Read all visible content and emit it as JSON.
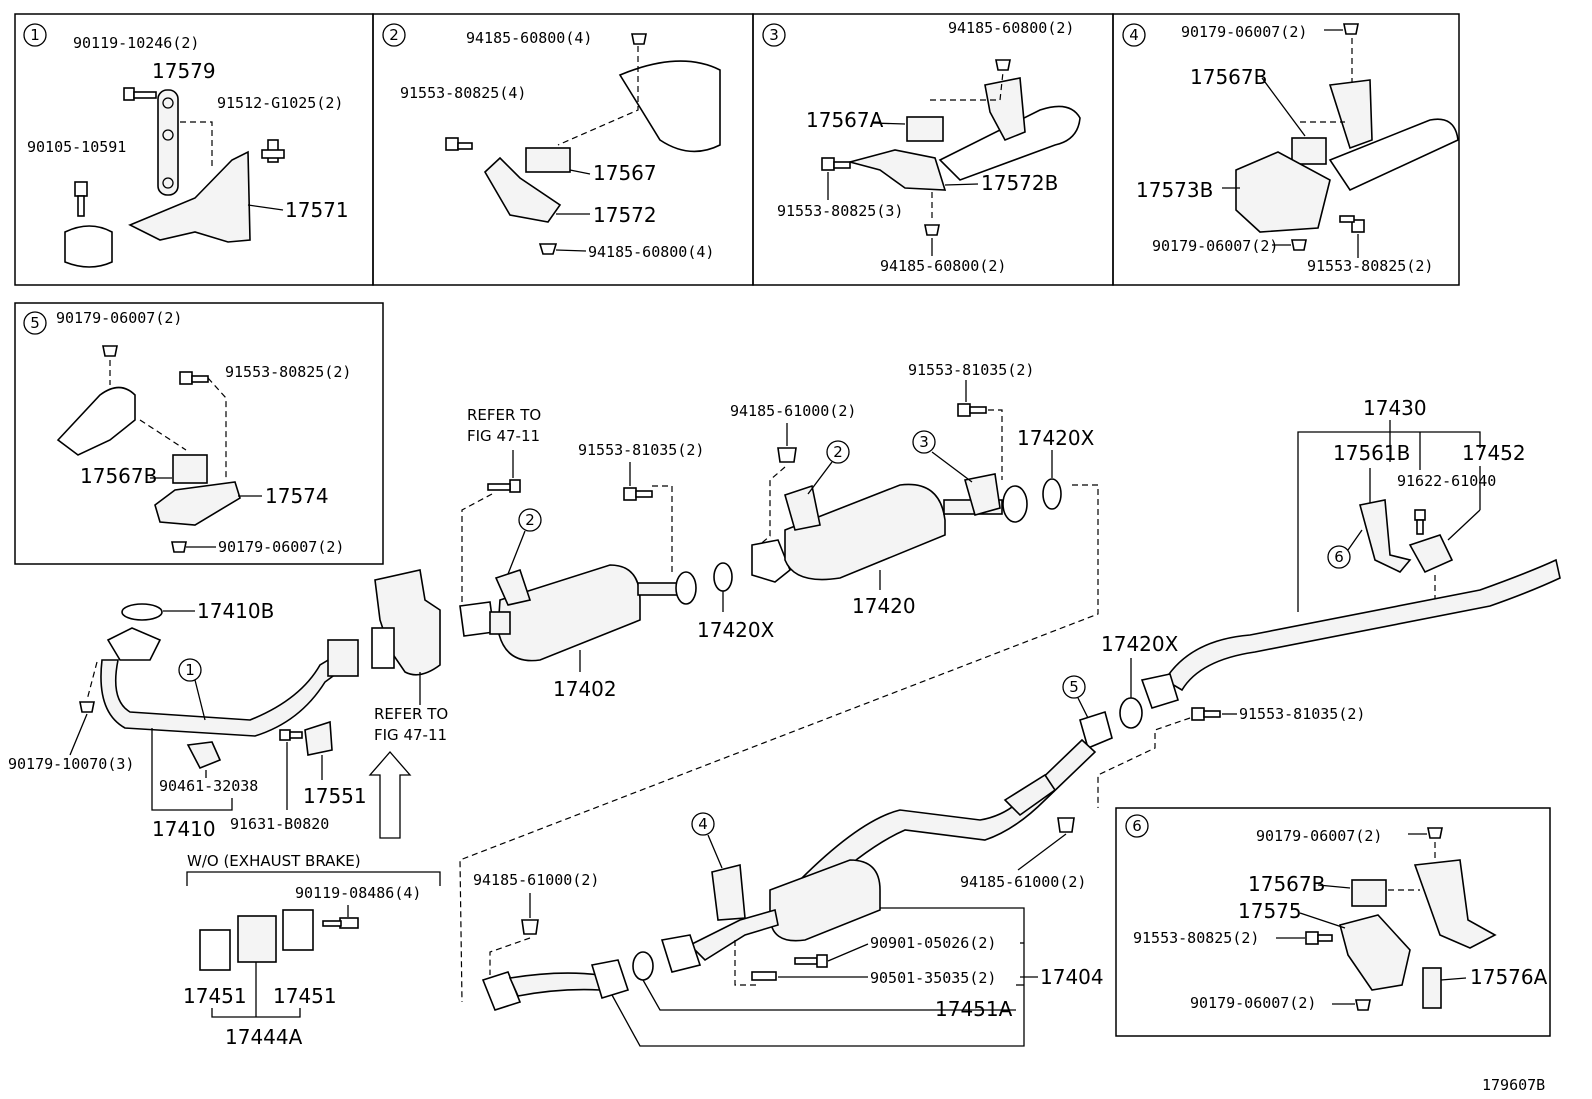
{
  "callouts": {
    "c1": "1",
    "c2": "2",
    "c3": "3",
    "c4": "4",
    "c5": "5",
    "c6": "6"
  },
  "labels": {
    "p90119_10246": "90119-10246(2)",
    "p17579": "17579",
    "p91512_G1025": "91512-G1025(2)",
    "p90105_10591": "90105-10591",
    "p17571": "17571",
    "p94185_60800_4_top": "94185-60800(4)",
    "p91553_80825_4": "91553-80825(4)",
    "p17567": "17567",
    "p17572": "17572",
    "p94185_60800_4_bot": "94185-60800(4)",
    "p94185_60800_2_top": "94185-60800(2)",
    "p17567A": "17567A",
    "p17572B": "17572B",
    "p91553_80825_3": "91553-80825(3)",
    "p94185_60800_2_bot": "94185-60800(2)",
    "p90179_06007_2_b4t": "90179-06007(2)",
    "p17567B_b4": "17567B",
    "p17573B": "17573B",
    "p90179_06007_2_b4b": "90179-06007(2)",
    "p91553_80825_2_b4": "91553-80825(2)",
    "p90179_06007_2_b5t": "90179-06007(2)",
    "p91553_80825_2_b5": "91553-80825(2)",
    "p17567B_b5": "17567B",
    "p17574": "17574",
    "p90179_06007_2_b5b": "90179-06007(2)",
    "p17410B": "17410B",
    "p90179_10070": "90179-10070(3)",
    "p90461_32038": "90461-32038",
    "p17410": "17410",
    "p91631_B0820": "91631-B0820",
    "p17551": "17551",
    "refer_a1": "REFER TO",
    "refer_a2": "FIG 47-11",
    "refer_b1": "REFER TO",
    "refer_b2": "FIG 47-11",
    "wo_brake": "W/O (EXHAUST BRAKE)",
    "p90119_08486": "90119-08486(4)",
    "p17451_l": "17451",
    "p17451_r": "17451",
    "p17444A": "17444A",
    "p91553_81035_2_mid": "91553-81035(2)",
    "p17402": "17402",
    "p17420X_1": "17420X",
    "p94185_61000_2_top": "94185-61000(2)",
    "p91553_81035_2_top": "91553-81035(2)",
    "p17420X_2": "17420X",
    "p17420": "17420",
    "p17430": "17430",
    "p17561B": "17561B",
    "p17452": "17452",
    "p91622_61040": "91622-61040",
    "p17420X_3": "17420X",
    "p91553_81035_2_right": "91553-81035(2)",
    "p94185_61000_2_mid": "94185-61000(2)",
    "p94185_61000_2_low": "94185-61000(2)",
    "p90901_05026": "90901-05026(2)",
    "p90501_35035": "90501-35035(2)",
    "p17404": "17404",
    "p17451A": "17451A",
    "p90179_06007_2_b6t": "90179-06007(2)",
    "p17567B_b6": "17567B",
    "p17575": "17575",
    "p91553_80825_2_b6": "91553-80825(2)",
    "p90179_06007_2_b6b": "90179-06007(2)",
    "p17576A": "17576A",
    "fig_id": "179607B"
  }
}
